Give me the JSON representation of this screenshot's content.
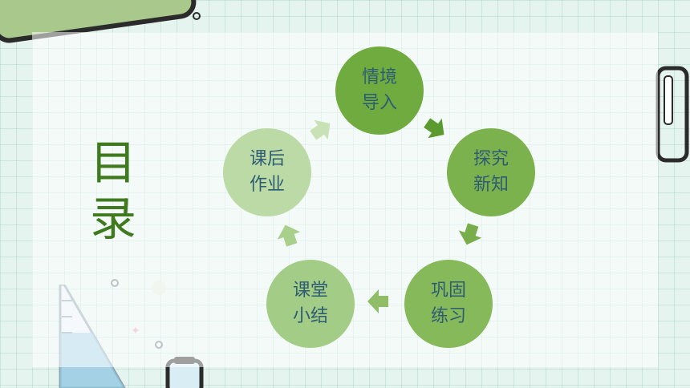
{
  "title": {
    "line1": "目",
    "line2": "录"
  },
  "colors": {
    "title": "#3f7a1f",
    "node_dark": "#6fab3f",
    "node_mid": "#86b95a",
    "node_light": "#a3cc86",
    "node_pale": "#bbdaa5",
    "node_text": "#2e5d73",
    "arrow_dark": "#5a9a2e",
    "arrow_pale": "#c8e2b6"
  },
  "cycle": {
    "nodes": [
      {
        "line1": "情境",
        "line2": "导入"
      },
      {
        "line1": "探究",
        "line2": "新知"
      },
      {
        "line1": "巩固",
        "line2": "练习"
      },
      {
        "line1": "课堂",
        "line2": "小结"
      },
      {
        "line1": "课后",
        "line2": "作业"
      }
    ]
  }
}
